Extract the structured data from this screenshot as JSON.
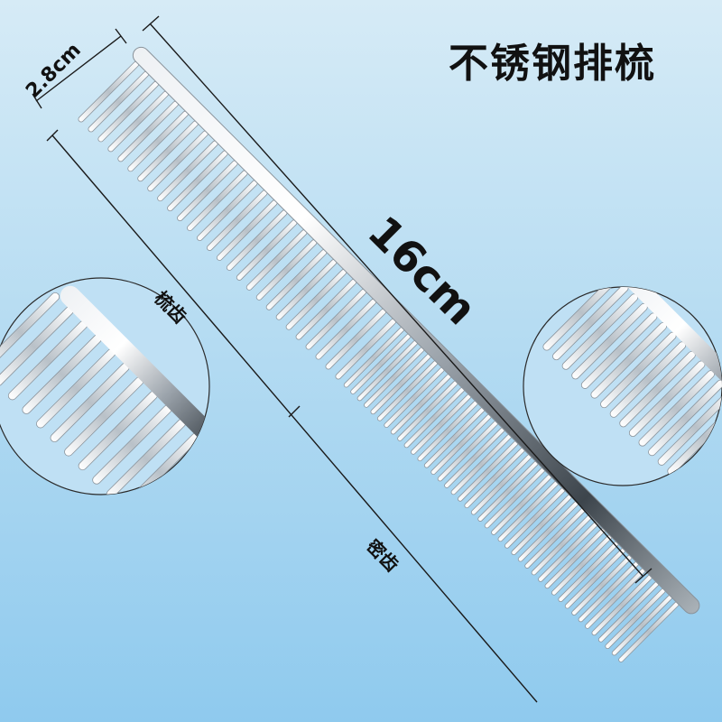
{
  "product": {
    "title": "不锈钢排梳",
    "material": "stainless steel"
  },
  "dimensions": {
    "width_label": "2.8cm",
    "length_label": "16cm"
  },
  "teeth": {
    "coarse_label": "梳齿",
    "fine_label": "密齿"
  },
  "colors": {
    "bg_top": "#d6ebf6",
    "bg_bottom": "#8fcaee",
    "steel_light": "#f4f6f8",
    "steel_dark": "#7c858e",
    "text": "#111111"
  }
}
